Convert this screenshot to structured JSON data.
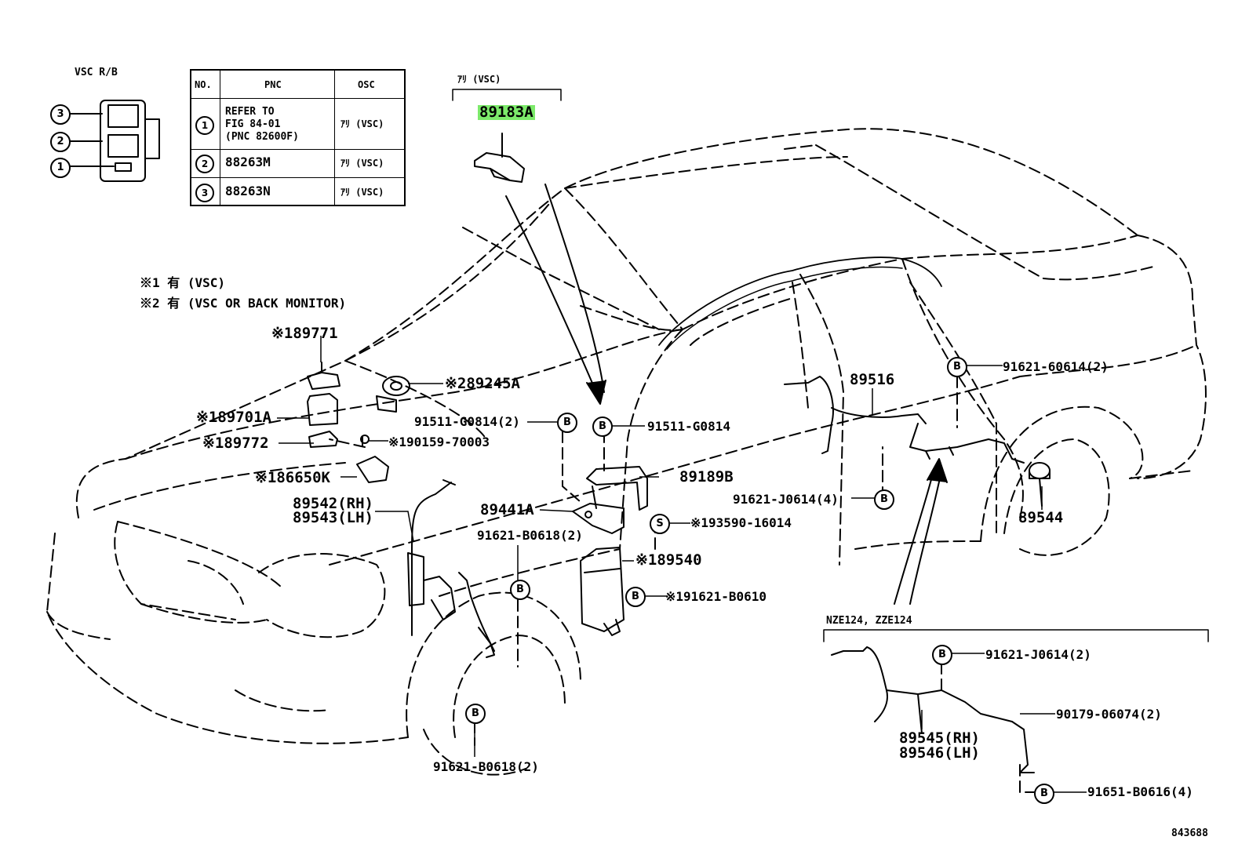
{
  "legend_box": {
    "title": "VSC R/B",
    "refs": [
      "3",
      "2",
      "1"
    ]
  },
  "table": {
    "headers": {
      "no": "NO.",
      "pnc": "PNC",
      "osc": "OSC"
    },
    "rows": [
      {
        "no": "1",
        "pnc_lines": [
          "REFER TO",
          "FIG 84-01",
          "(PNC 82600F)"
        ],
        "osc": "ｱﾘ (VSC)"
      },
      {
        "no": "2",
        "pnc_lines": [
          "88263M"
        ],
        "osc": "ｱﾘ (VSC)"
      },
      {
        "no": "3",
        "pnc_lines": [
          "88263N"
        ],
        "osc": "ｱﾘ (VSC)"
      }
    ]
  },
  "bracket_top": {
    "title": "ｱﾘ (VSC)",
    "part": "89183A"
  },
  "notes": [
    "※1 有 (VSC)",
    "※2 有 (VSC OR BACK MONITOR)"
  ],
  "parts": {
    "p189771": "※189771",
    "p189245a": "※289245A",
    "p189701a": "※189701A",
    "p189772": "※189772",
    "p190159": "※190159-70003",
    "p186650k": "※186650K",
    "p89542": "89542(RH)",
    "p89543": "89543(LH)",
    "p91511a": "91511-G0814(2)",
    "p91511b": "91511-G0814",
    "p89189b": "89189B",
    "p89441a": "89441A",
    "p193590": "※193590-16014",
    "p91621b0618a": "91621-B0618(2)",
    "p189540": "※189540",
    "p191621b0610": "※191621-B0610",
    "p91621b0618b": "91621-B0618(2)",
    "p89516": "89516",
    "p91621_60614": "91621-60614(2)",
    "p91621j0614a": "91621-J0614(4)",
    "p89544": "89544",
    "nze_title": "NZE124, ZZE124",
    "p91621j0614b": "91621-J0614(2)",
    "p90179": "90179-06074(2)",
    "p89545": "89545(RH)",
    "p89546": "89546(LH)",
    "p91651": "91651-B0616(4)",
    "fig_no": "843688"
  },
  "markers": {
    "b": "B",
    "s": "S"
  },
  "highlight_color": "#7dea6b"
}
